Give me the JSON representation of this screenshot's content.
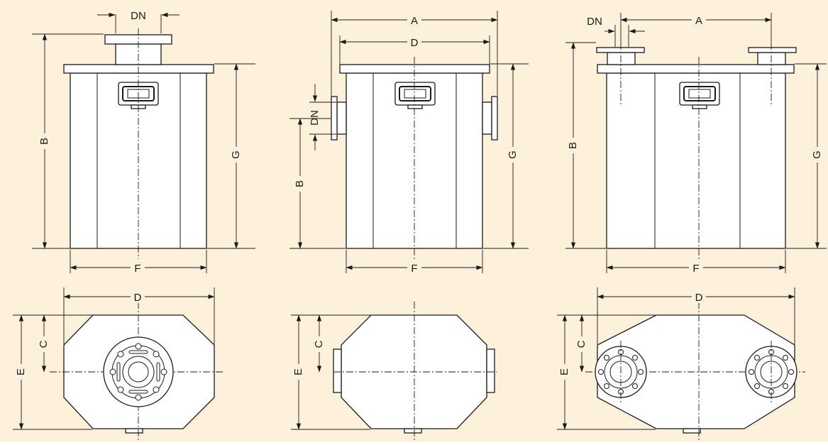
{
  "colors": {
    "background": "#fdf1dc",
    "line": "#1a1a1a",
    "fill": "#ffffff"
  },
  "labels": {
    "A": "A",
    "B": "B",
    "C": "C",
    "D": "D",
    "E": "E",
    "F": "F",
    "G": "G",
    "DN": "DN"
  }
}
